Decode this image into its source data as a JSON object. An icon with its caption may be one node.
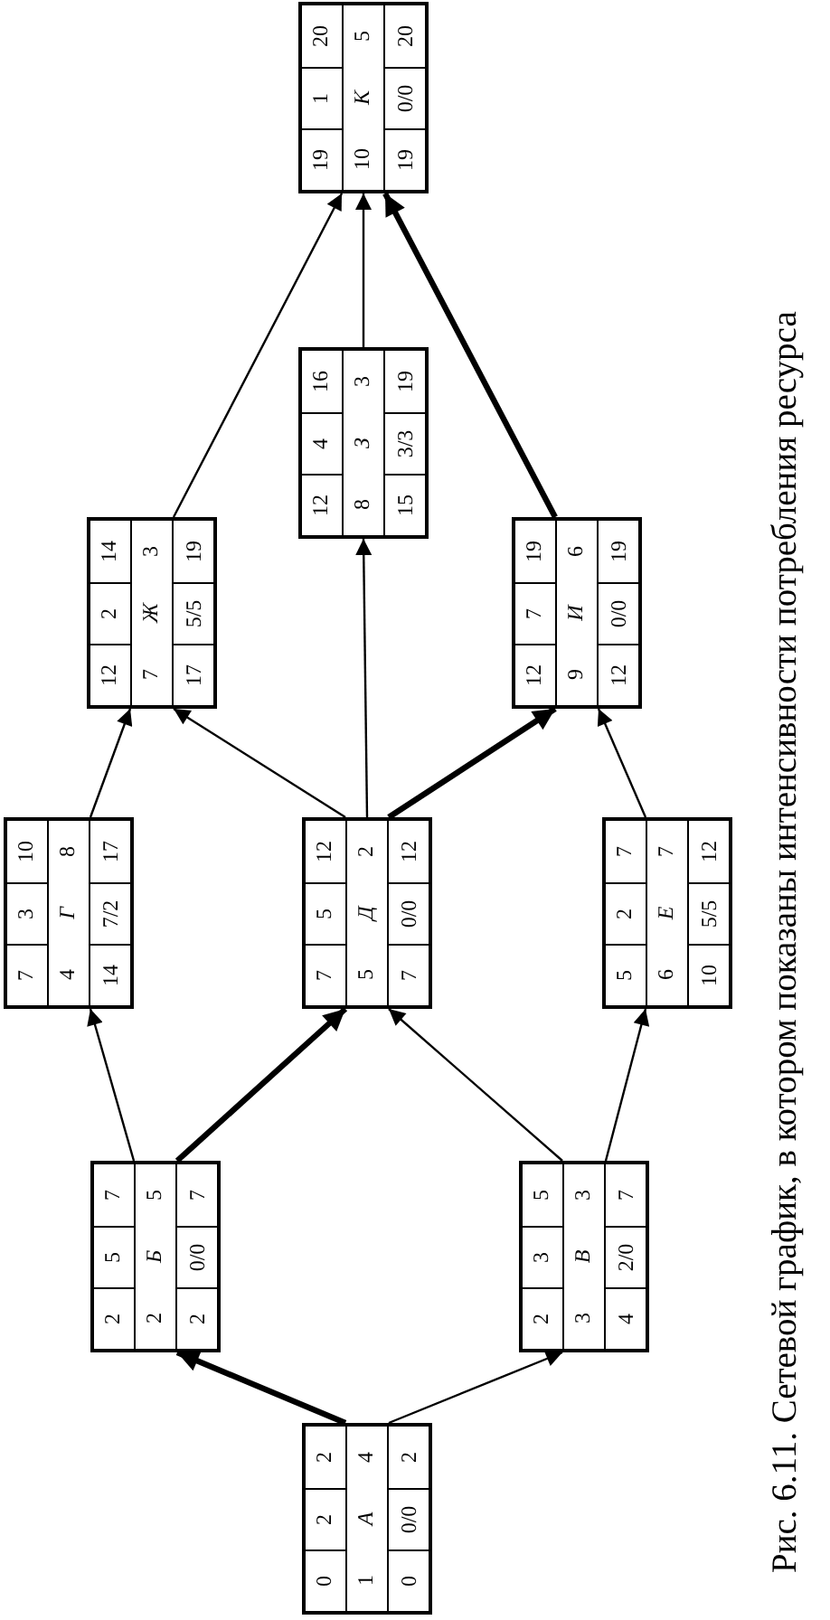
{
  "diagram": {
    "caption": "Рис. 6.11. Сетевой график, в котором показаны интенсивности потребления ресурса",
    "nodes": [
      {
        "text": [
          "0",
          "2",
          "2",
          "1",
          "А",
          "4",
          "0",
          "0/0",
          "2"
        ]
      },
      {
        "text": [
          "2",
          "5",
          "7",
          "2",
          "Б",
          "5",
          "2",
          "0/0",
          "7"
        ]
      },
      {
        "text": [
          "2",
          "3",
          "5",
          "3",
          "В",
          "3",
          "4",
          "2/0",
          "7"
        ]
      },
      {
        "text": [
          "7",
          "3",
          "10",
          "4",
          "Г",
          "8",
          "14",
          "7/2",
          "17"
        ]
      },
      {
        "text": [
          "7",
          "5",
          "12",
          "5",
          "Д",
          "2",
          "7",
          "0/0",
          "12"
        ]
      },
      {
        "text": [
          "5",
          "2",
          "7",
          "6",
          "Е",
          "7",
          "10",
          "5/5",
          "12"
        ]
      },
      {
        "text": [
          "12",
          "2",
          "14",
          "7",
          "Ж",
          "3",
          "17",
          "5/5",
          "19"
        ]
      },
      {
        "text": [
          "12",
          "4",
          "16",
          "8",
          "З",
          "3",
          "15",
          "3/3",
          "19"
        ]
      },
      {
        "text": [
          "12",
          "7",
          "19",
          "9",
          "И",
          "6",
          "12",
          "0/0",
          "19"
        ]
      },
      {
        "text": [
          "19",
          "1",
          "20",
          "10",
          "К",
          "5",
          "19",
          "0/0",
          "20"
        ]
      }
    ],
    "edges": [
      {
        "from": 0,
        "to": 1,
        "arrow": "to",
        "style": "thick"
      },
      {
        "from": 0,
        "to": 2,
        "arrow": "to"
      },
      {
        "from": 1,
        "to": 3,
        "arrow": "to"
      },
      {
        "from": 1,
        "to": 4,
        "arrow": "to",
        "style": "thick"
      },
      {
        "from": 2,
        "to": 4,
        "arrow": "to"
      },
      {
        "from": 2,
        "to": 5,
        "arrow": "to"
      },
      {
        "from": 3,
        "to": 6,
        "arrow": "to"
      },
      {
        "from": 4,
        "to": 6,
        "arrow": "to"
      },
      {
        "from": 4,
        "to": 7,
        "arrow": "to"
      },
      {
        "from": 4,
        "to": 8,
        "arrow": "to",
        "style": "thick"
      },
      {
        "from": 5,
        "to": 8,
        "arrow": "to"
      },
      {
        "from": 6,
        "to": 9,
        "arrow": "to"
      },
      {
        "from": 7,
        "to": 9,
        "arrow": "to"
      },
      {
        "from": 8,
        "to": 9,
        "arrow": "to",
        "style": "thick"
      }
    ]
  }
}
